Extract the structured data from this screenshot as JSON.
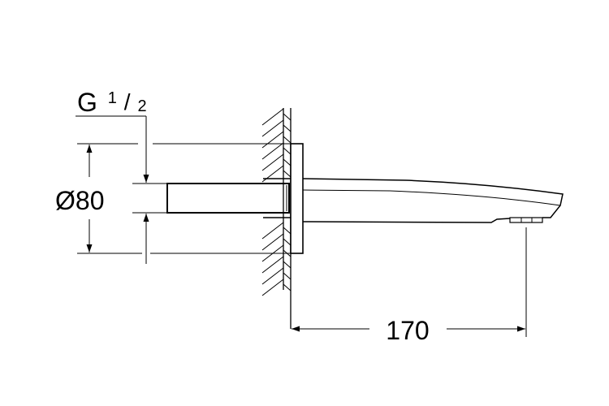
{
  "drawing": {
    "thread_label": {
      "main": "G",
      "num": "1",
      "slash": "/",
      "den": "2"
    },
    "diameter_label": "Ø80",
    "projection_label": "170"
  },
  "colors": {
    "line": "#000000",
    "background": "#ffffff"
  }
}
